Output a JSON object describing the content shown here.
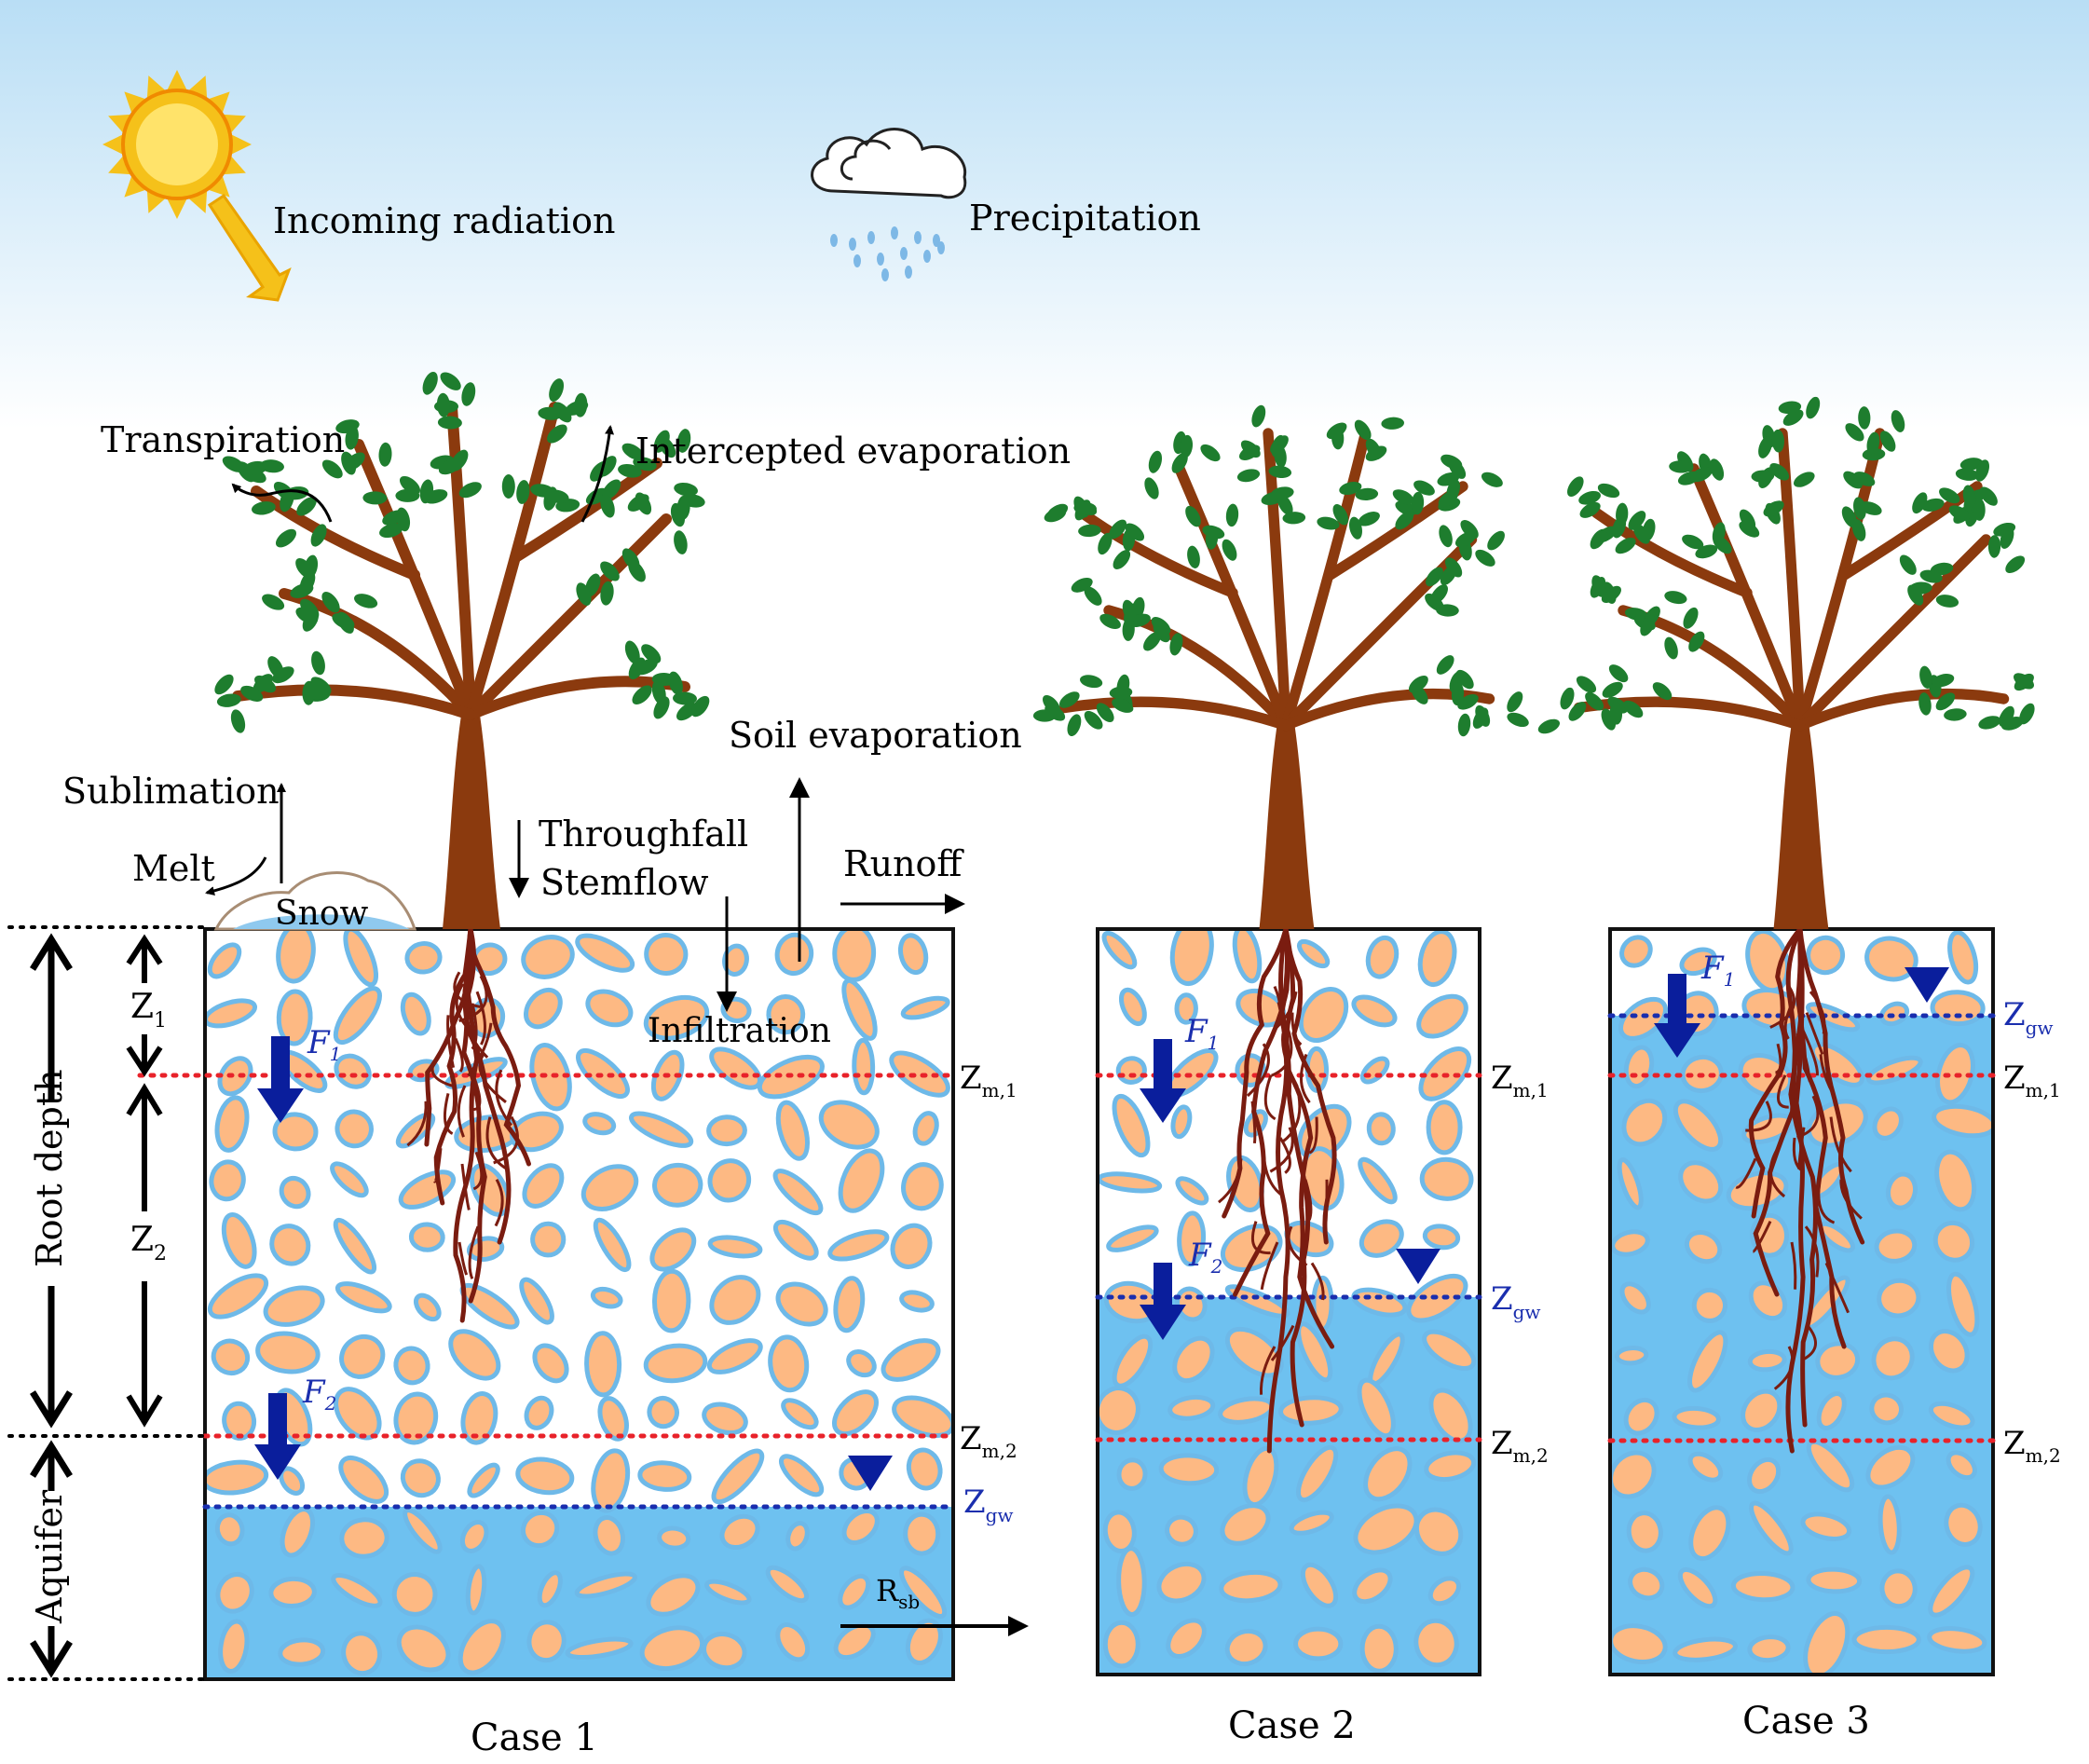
{
  "labels": {
    "incoming_radiation": "Incoming radiation",
    "precipitation": "Precipitation",
    "transpiration": "Transpiration",
    "intercepted_evaporation": "Intercepted evaporation",
    "soil_evaporation": "Soil evaporation",
    "sublimation": "Sublimation",
    "melt": "Melt",
    "snow": "Snow",
    "throughfall": "Throughfall",
    "stemflow": "Stemflow",
    "runoff": "Runoff",
    "infiltration": "Infiltration",
    "root_depth": "Root depth",
    "aquifer": "Aquifer"
  },
  "symbols": {
    "z1": "Z",
    "z1_sub": "1",
    "z2": "Z",
    "z2_sub": "2",
    "f1": "F",
    "f1_sub": "1",
    "f2": "F",
    "f2_sub": "2",
    "zm1": "Z",
    "zm1_sub": "m,1",
    "zm2": "Z",
    "zm2_sub": "m,2",
    "zgw": "Z",
    "zgw_sub": "gw",
    "rsb": "R",
    "rsb_sub": "sb"
  },
  "cases": [
    {
      "label": "Case 1"
    },
    {
      "label": "Case 2"
    },
    {
      "label": "Case 3"
    }
  ],
  "colors": {
    "soil_particle": "#FDB983",
    "particle_outline": "#6EB9E8",
    "groundwater": "#6EC1F0",
    "trunk": "#8B3A0E",
    "root": "#7A1C10",
    "leaf": "#1E7D2E",
    "flux_arrow": "#0A1E9C",
    "moisture_line": "#E8222A",
    "water_table_line": "#1A2EAE",
    "sun": "#F5C11A",
    "sky": "#CDE7F7"
  }
}
